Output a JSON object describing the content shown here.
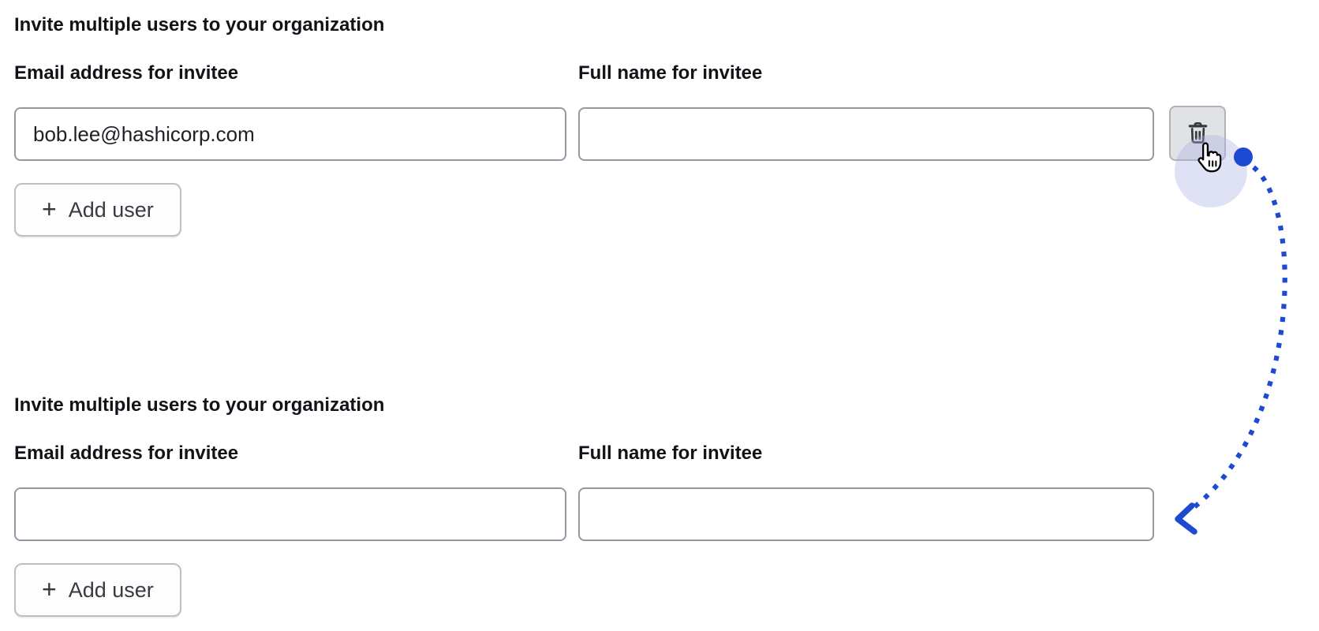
{
  "colors": {
    "accent_blue": "#1d4ad0",
    "halo": "#aab1e3",
    "icon_gray": "#37393f"
  },
  "sections": [
    {
      "title": "Invite multiple users to your organization",
      "email_field": {
        "label": "Email address for invitee",
        "value": "bob.lee@hashicorp.com"
      },
      "name_field": {
        "label": "Full name for invitee",
        "value": ""
      },
      "add_button": {
        "icon_glyph": "+",
        "label": "Add user"
      }
    },
    {
      "title": "Invite multiple users to your organization",
      "email_field": {
        "label": "Email address for invitee",
        "value": ""
      },
      "name_field": {
        "label": "Full name for invitee",
        "value": ""
      },
      "add_button": {
        "icon_glyph": "+",
        "label": "Add user"
      }
    }
  ]
}
